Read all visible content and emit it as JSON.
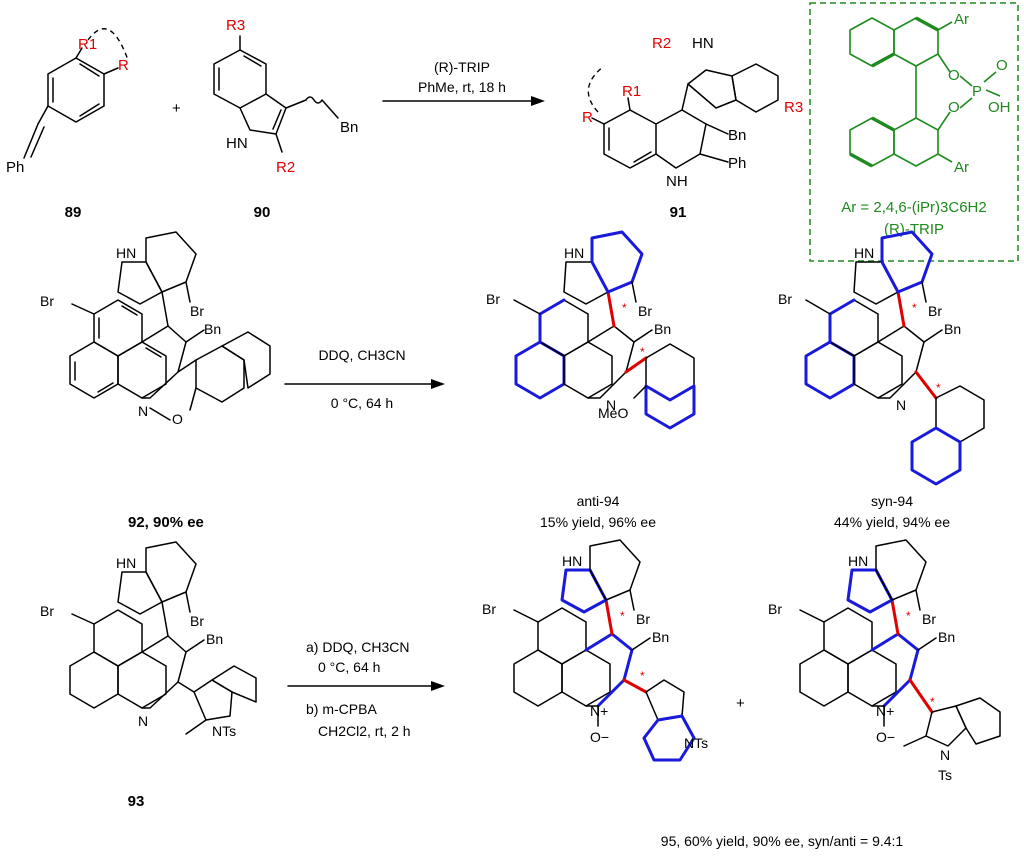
{
  "top": {
    "compound_89": "89",
    "compound_90": "90",
    "compound_91": "91",
    "plus": "+",
    "conditions_line1": "(R)-TRIP",
    "conditions_line2": "PhMe, rt, 18 h",
    "labels": {
      "R1": "R1",
      "R": "R",
      "R2": "R2",
      "R3": "R3",
      "Ph": "Ph",
      "Bn": "Bn",
      "HN": "HN",
      "NH": "NH"
    },
    "catalyst": {
      "Ar": "Ar",
      "O": "O",
      "P": "P",
      "OH": "OH",
      "formula": "Ar = 2,4,6-(iPr)3C6H2",
      "name": "(R)-TRIP"
    }
  },
  "middle": {
    "start_label": "92, 90% ee",
    "conditions_line1": "DDQ, CH3CN",
    "conditions_line2": "0 °C, 64 h",
    "product_anti_name": "anti-94",
    "product_anti_result": "15% yield, 96% ee",
    "product_syn_name": "syn-94",
    "product_syn_result": "44% yield, 94% ee",
    "atoms": {
      "Br": "Br",
      "Bn": "Bn",
      "HN": "HN",
      "N": "N",
      "MeO": "MeO",
      "O": "O"
    }
  },
  "bottom": {
    "start_label": "93",
    "conditions_a1": "a) DDQ, CH3CN",
    "conditions_a2": "0 °C, 64 h",
    "conditions_b1": "b) m-CPBA",
    "conditions_b2": "CH2Cl2, rt, 2 h",
    "plus": "+",
    "product_result": "95, 60% yield, 90% ee, syn/anti = 9.4:1",
    "atoms": {
      "NTs": "NTs",
      "Ts": "Ts",
      "N": "N",
      "Nplus": "N+",
      "Ominus": "O−"
    }
  },
  "star": "*",
  "colors": {
    "red": "#e00000",
    "blue": "#1a1adc",
    "green": "#1f8a1f"
  }
}
